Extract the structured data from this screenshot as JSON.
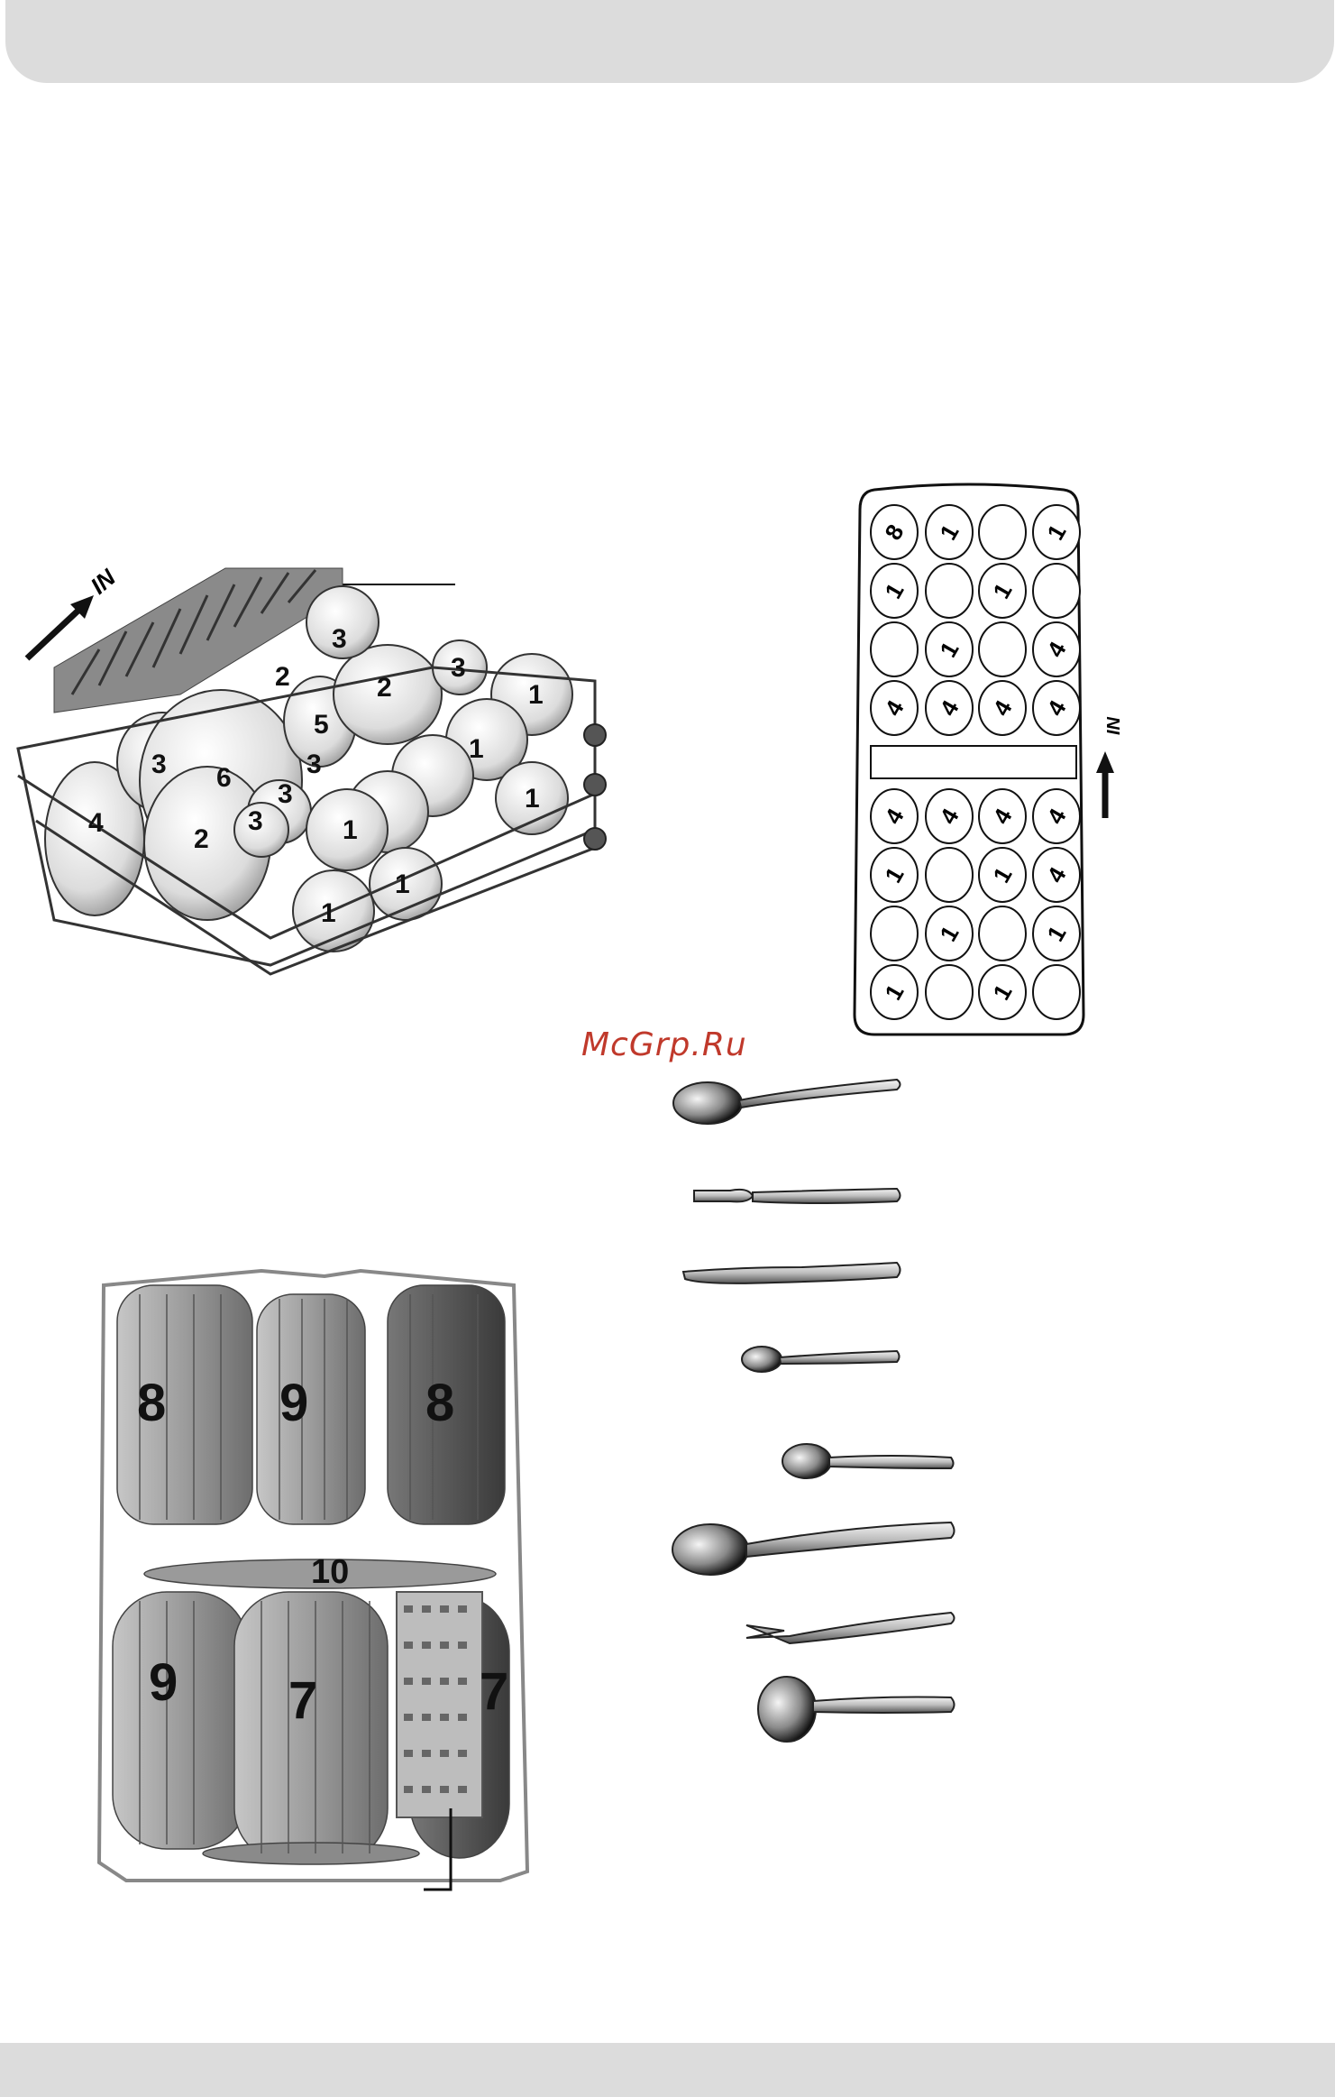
{
  "watermark": "McGrp.Ru",
  "upper_basket": {
    "direction_label": "IN",
    "item_numbers": [
      "4",
      "3",
      "6",
      "2",
      "5",
      "2",
      "3",
      "3",
      "3",
      "2",
      "3",
      "3",
      "1",
      "1",
      "1",
      "1",
      "1",
      "1"
    ]
  },
  "cutlery_basket": {
    "direction_label": "IN",
    "top_section": [
      [
        "8",
        "1",
        "",
        "1"
      ],
      [
        "1",
        "",
        "1",
        ""
      ],
      [
        "",
        "1",
        "",
        "4"
      ],
      [
        "4",
        "4",
        "4",
        "4"
      ]
    ],
    "bottom_section": [
      [
        "4",
        "4",
        "4",
        "4"
      ],
      [
        "1",
        "",
        "1",
        "4"
      ],
      [
        "",
        "1",
        "",
        "1"
      ],
      [
        "1",
        "",
        "1",
        ""
      ]
    ]
  },
  "lower_basket": {
    "item_numbers": [
      "8",
      "9",
      "8",
      "10",
      "9",
      "7",
      "7"
    ]
  },
  "cutlery_items": [
    "soup-spoon",
    "dinner-fork",
    "dinner-knife",
    "tea-spoon",
    "dessert-spoon",
    "serving-spoon",
    "serving-fork",
    "gravy-ladle"
  ]
}
